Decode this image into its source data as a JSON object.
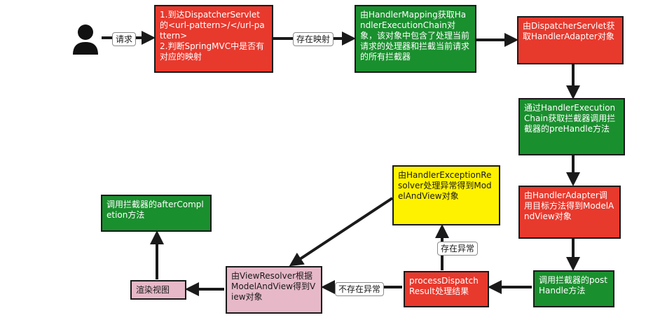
{
  "nodes": {
    "dispatcher_check": "1.到达DispatcherServlet的<url-pattern>/</url-pattern>\n2.判断SpringMVC中是否有对应的映射",
    "handler_mapping": "由HandlerMapping获取HandlerExecutionChain对象，该对象中包含了处理当前请求的处理器和拦截当前请求的所有拦截器",
    "get_adapter": "由DispatcherServlet获取HandlerAdapter对象",
    "pre_handle": "通过HandlerExecutionChain获取拦截器调用拦截器的preHandle方法",
    "invoke_target": "由HandlerAdapter调用目标方法得到ModelAndView对象",
    "post_handle": "调用拦截器的postHandle方法",
    "process_dispatch": "processDispatchResult处理结果",
    "exception_resolver": "由HandlerExceptionResolver处理异常得到ModelAndView对象",
    "view_resolver": "由ViewResolver根据ModelAndView得到View对象",
    "render_view": "渲染视图",
    "after_completion": "调用拦截器的afterCompletion方法"
  },
  "edges": {
    "request": "请求",
    "mapping_exists": "存在映射",
    "has_exception": "存在异常",
    "no_exception": "不存在异常"
  },
  "colors": {
    "red": "#e8392d",
    "green": "#1a8f2e",
    "yellow": "#fff200",
    "pink": "#e6b8c8",
    "arrow": "#1a1a1a"
  },
  "icons": {
    "user": "user-icon"
  }
}
